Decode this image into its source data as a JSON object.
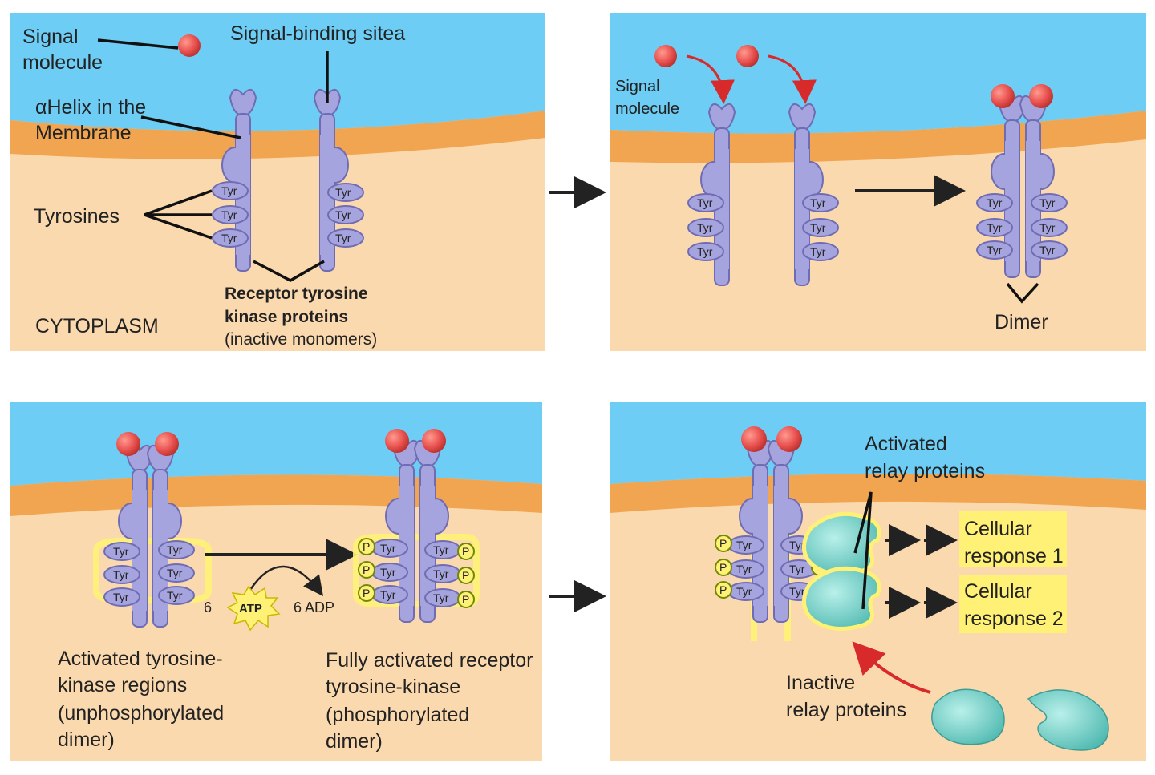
{
  "panel1": {
    "signal_molecule": [
      "Signal",
      "molecule"
    ],
    "signal_binding_site": "Signal-binding  sitea",
    "alpha_helix": [
      "αHelix  in  the",
      "Membrane"
    ],
    "tyrosines": "Tyrosines",
    "cytoplasm": "CYTOPLASM",
    "receptor_proteins": [
      "Receptor tyrosine",
      "kinase proteins",
      "(inactive monomers)"
    ]
  },
  "panel2": {
    "signal_molecule": [
      "Signal",
      "molecule"
    ],
    "dimer": "Dimer"
  },
  "panel3": {
    "activated_regions": [
      "Activated tyrosine-",
      "kinase regions",
      "(unphosphorylated",
      "dimer)"
    ],
    "fully_activated": [
      "Fully  activated receptor",
      "tyrosine-kinase",
      "(phosphorylated",
      "dimer)"
    ],
    "atp_count": "6",
    "atp": "ATP",
    "adp": "6 ADP"
  },
  "panel4": {
    "activated_relay": [
      "Activated",
      "relay proteins"
    ],
    "response1": [
      "Cellular",
      "response 1"
    ],
    "response2": [
      "Cellular",
      "response 2"
    ],
    "inactive_relay": [
      "Inactive",
      "relay proteins"
    ]
  },
  "tyr_label": "Tyr",
  "phosphate_label": "P",
  "colors": {
    "extracellular": "#6dcdf5",
    "membrane": "#f2a550",
    "cytoplasm": "#fbd9ae",
    "receptor": "#a6a4de",
    "receptor_stroke": "#6f6cb3",
    "signal": "#e8514f",
    "relay": "#7fd6cf",
    "highlight": "#fff176",
    "arrow_red": "#d82a2a"
  }
}
